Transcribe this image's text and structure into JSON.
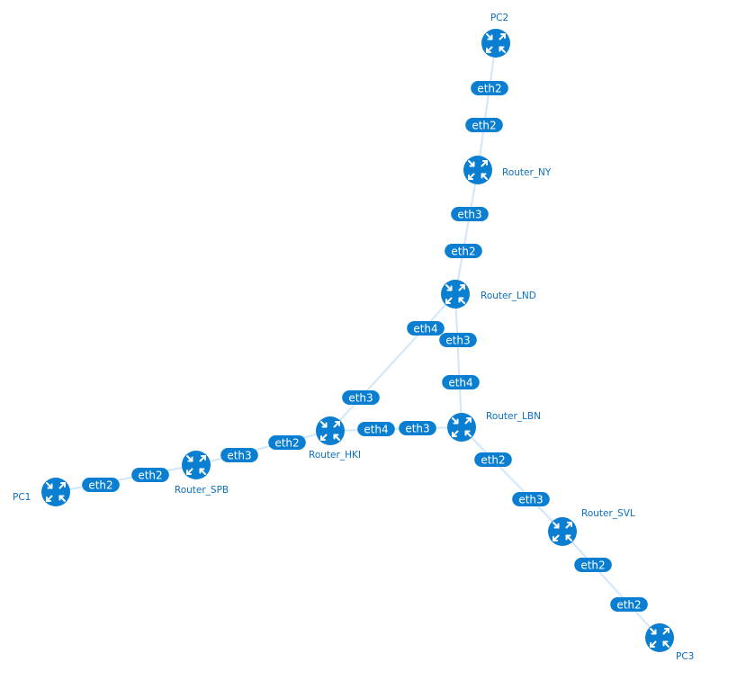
{
  "colors": {
    "node": "#0a7fd1",
    "port": "#0a7fd1",
    "link": "#cfe6fb",
    "label": "#0a6fc2"
  },
  "icons": {
    "node": "router-icon"
  },
  "nodes": [
    {
      "id": "PC2",
      "label": "PC2"
    },
    {
      "id": "Router_NY",
      "label": "Router_NY"
    },
    {
      "id": "Router_LND",
      "label": "Router_LND"
    },
    {
      "id": "Router_LBN",
      "label": "Router_LBN"
    },
    {
      "id": "Router_HKI",
      "label": "Router_HKI"
    },
    {
      "id": "Router_SPB",
      "label": "Router_SPB"
    },
    {
      "id": "PC1",
      "label": "PC1"
    },
    {
      "id": "Router_SVL",
      "label": "Router_SVL"
    },
    {
      "id": "PC3",
      "label": "PC3"
    }
  ],
  "links": [
    {
      "a": "PC2",
      "a_port": "eth2",
      "b": "Router_NY",
      "b_port": "eth2"
    },
    {
      "a": "Router_NY",
      "a_port": "eth3",
      "b": "Router_LND",
      "b_port": "eth2"
    },
    {
      "a": "Router_LND",
      "a_port": "eth4",
      "b": "Router_HKI",
      "b_port": "eth3"
    },
    {
      "a": "Router_LND",
      "a_port": "eth3",
      "b": "Router_LBN",
      "b_port": "eth4"
    },
    {
      "a": "Router_HKI",
      "a_port": "eth4",
      "b": "Router_LBN",
      "b_port": "eth3"
    },
    {
      "a": "Router_HKI",
      "a_port": "eth2",
      "b": "Router_SPB",
      "b_port": "eth3"
    },
    {
      "a": "Router_SPB",
      "a_port": "eth2",
      "b": "PC1",
      "b_port": "eth2"
    },
    {
      "a": "Router_LBN",
      "a_port": "eth2",
      "b": "Router_SVL",
      "b_port": "eth3"
    },
    {
      "a": "Router_SVL",
      "a_port": "eth2",
      "b": "PC3",
      "b_port": "eth2"
    }
  ]
}
